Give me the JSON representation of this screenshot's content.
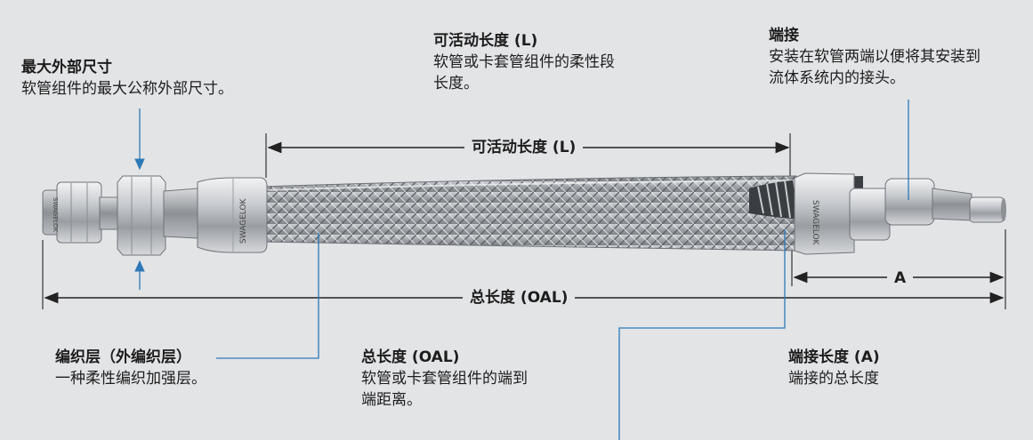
{
  "annotations": {
    "max_od": {
      "title": "最大外部尺寸",
      "desc": "软管组件的最大公称外部尺寸。"
    },
    "live_length": {
      "title": "可活动长度 (L)",
      "desc_line1": "软管或卡套管组件的柔性段",
      "desc_line2": "长度。"
    },
    "end_connection": {
      "title": "端接",
      "desc_line1": "安装在软管两端以便将其安装到",
      "desc_line2": "流体系统内的接头。"
    },
    "braid": {
      "title": "编织层（外编织层）",
      "desc": "一种柔性编织加强层。"
    },
    "overall_length": {
      "title": "总长度 (OAL)",
      "desc_line1": "软管或卡套管组件的端到",
      "desc_line2": "端距离。"
    },
    "end_length": {
      "title": "端接长度 (A)",
      "desc": "端接的总长度"
    }
  },
  "dimensions": {
    "live_length_label": "可活动长度 (L)",
    "overall_length_label": "总长度 (OAL)",
    "end_length_label": "A"
  },
  "fitting_marks": {
    "left_nut": "SWAGELOK",
    "left_collar": "SWAGELOK",
    "right_collar": "SWAGELOK"
  },
  "colors": {
    "background": "#e3e4e6",
    "leader_blue": "#2d79b8",
    "dimension_line": "#222222",
    "steel": "#b9bcc0"
  }
}
